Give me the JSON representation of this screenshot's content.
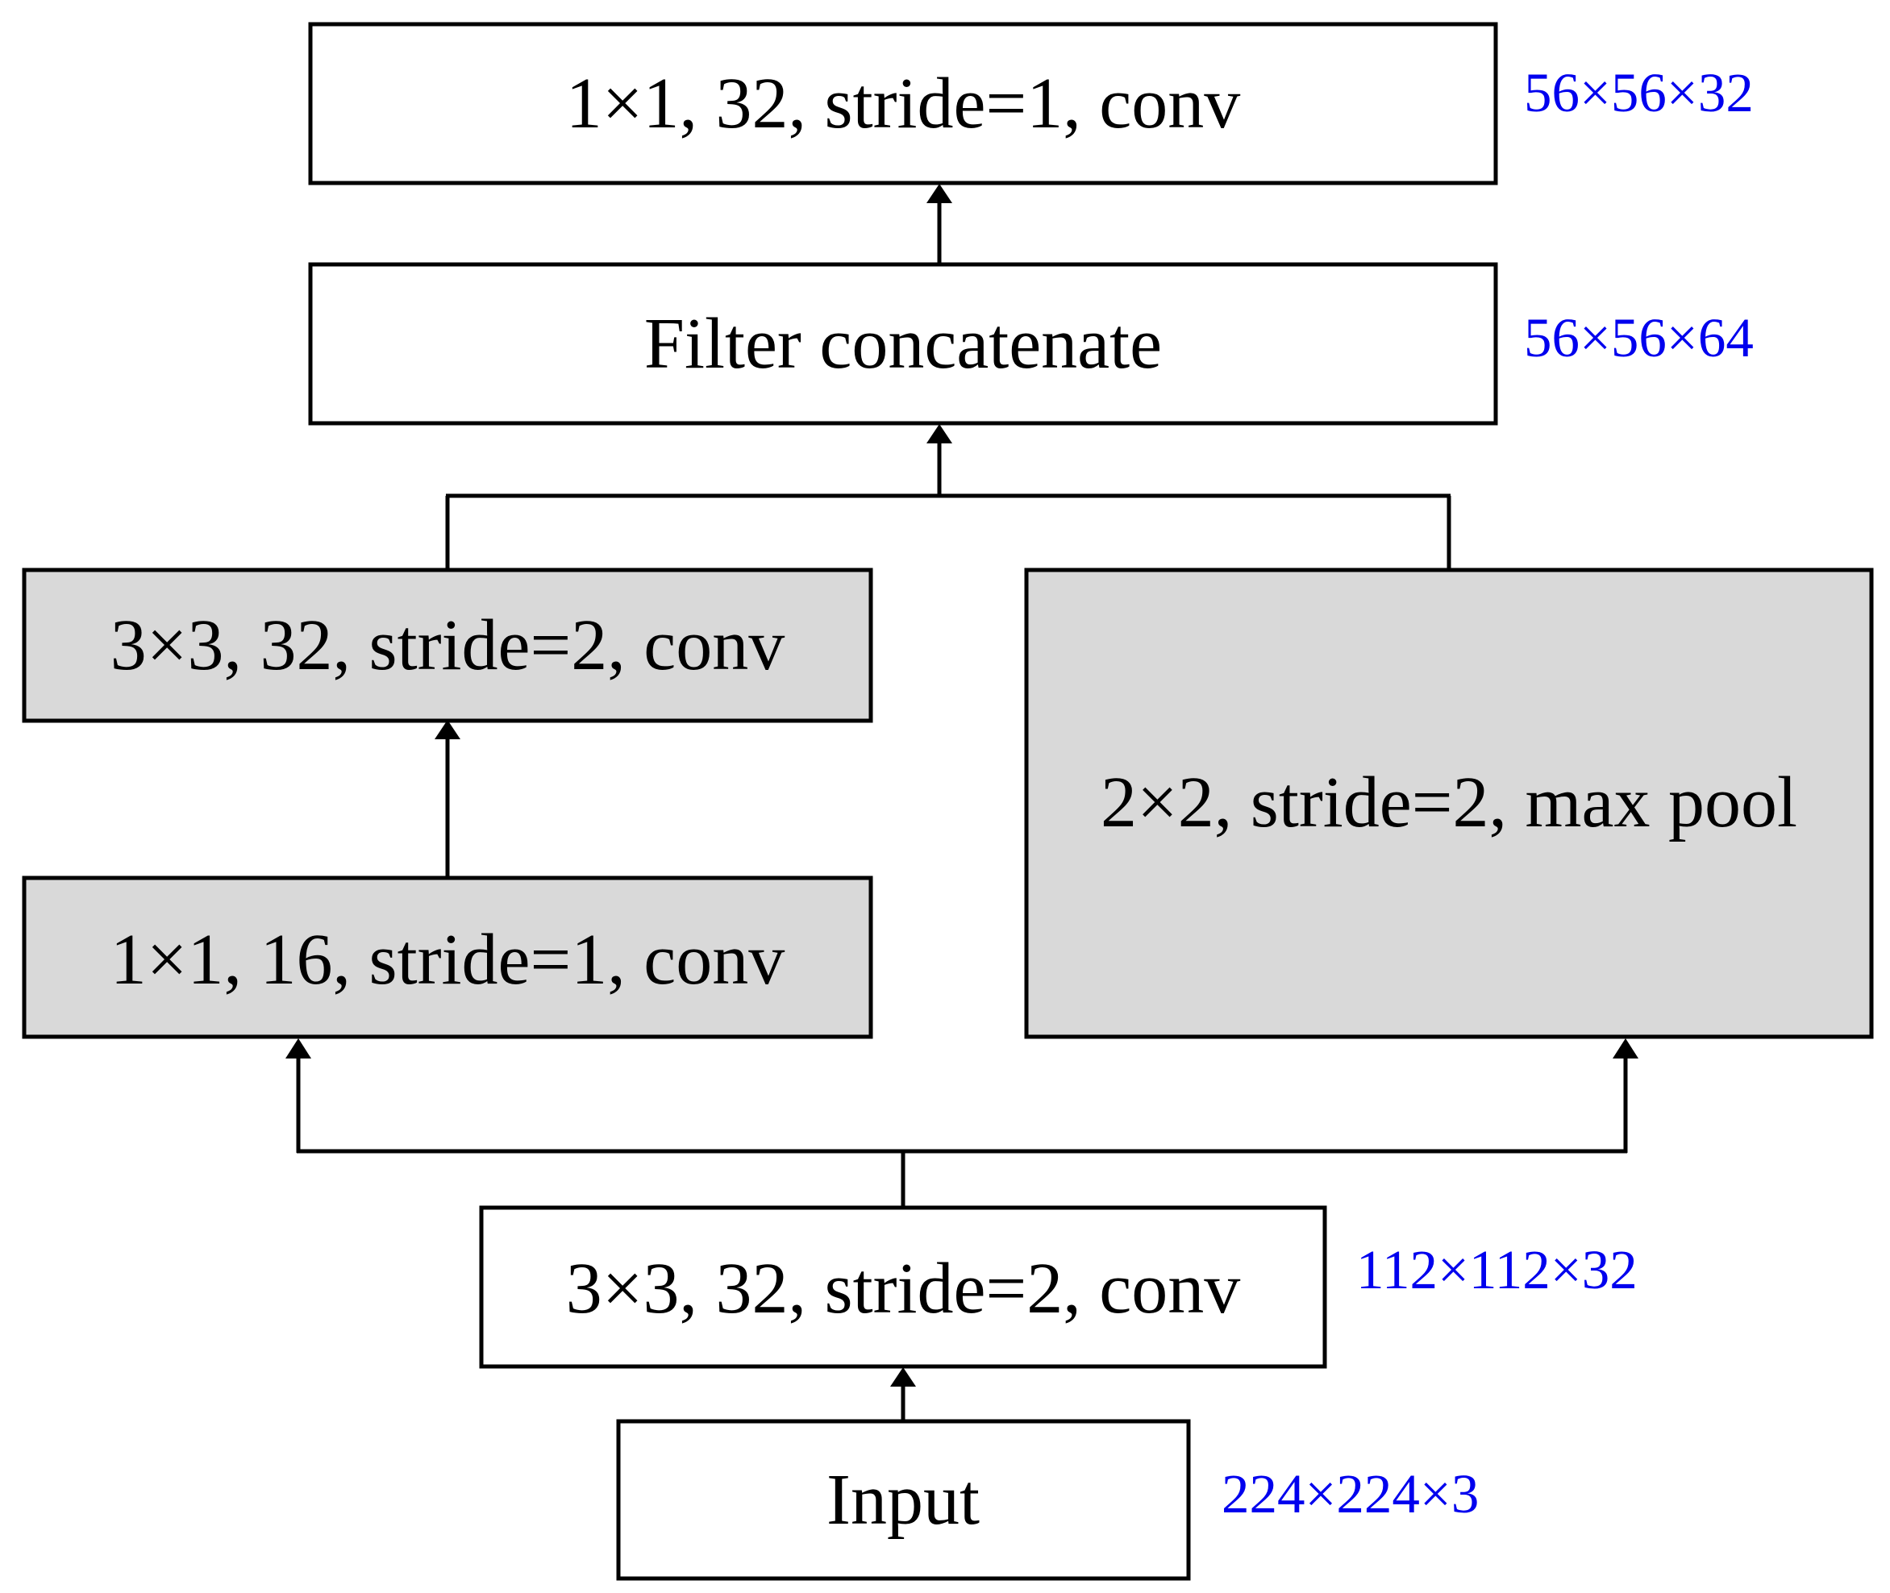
{
  "colors": {
    "dimension_text": "#0000ee",
    "gray_fill": "#d9d9d9",
    "stroke": "#000000"
  },
  "nodes": {
    "input": {
      "label": "Input",
      "dims": "224×224×3"
    },
    "conv_first": {
      "label": "3×3, 32, stride=2, conv",
      "dims": "112×112×32"
    },
    "branch_conv_1x1": {
      "label": "1×1, 16, stride=1, conv"
    },
    "branch_conv_3x3": {
      "label": "3×3, 32, stride=2, conv"
    },
    "branch_maxpool": {
      "label": "2×2, stride=2, max pool"
    },
    "concat": {
      "label": "Filter concatenate",
      "dims": "56×56×64"
    },
    "conv_last": {
      "label": "1×1, 32, stride=1, conv",
      "dims": "56×56×32"
    }
  }
}
